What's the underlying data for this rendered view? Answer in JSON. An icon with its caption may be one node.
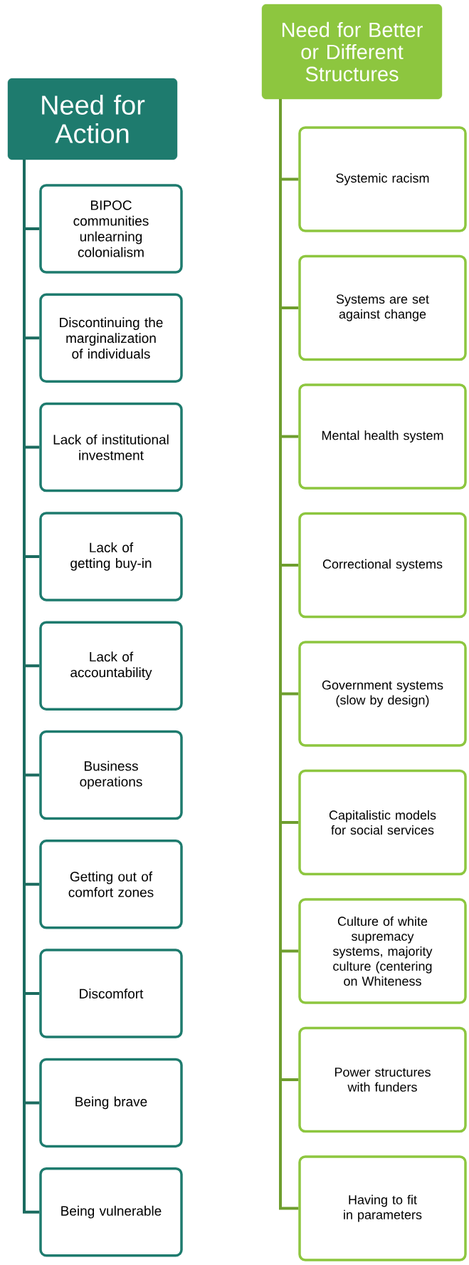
{
  "diagram": {
    "nodes": [
      {
        "text": [
          "Need for Action"
        ]
      },
      {
        "text": [
          "BIPOC communities unlearning colonialism"
        ]
      },
      {
        "text": [
          "Discontinuing the marginalization of individuals"
        ]
      },
      {
        "text": [
          "Lack of institutional investment"
        ]
      },
      {
        "text": [
          "Lack of getting buy-in"
        ]
      },
      {
        "text": [
          "Lack of accountability"
        ]
      },
      {
        "text": [
          "Business operations"
        ]
      },
      {
        "text": [
          "Getting out of comfort zones"
        ]
      },
      {
        "text": [
          "Discomfort"
        ]
      },
      {
        "text": [
          "Being brave"
        ]
      },
      {
        "text": [
          "Being vulnerable"
        ]
      },
      {
        "text": [
          "Need for Better or Different Structures"
        ]
      },
      {
        "text": [
          "Systemic racism"
        ]
      },
      {
        "text": [
          "Systems are set against change"
        ]
      },
      {
        "text": [
          "Mental health system"
        ]
      },
      {
        "text": [
          "Correctional systems"
        ]
      },
      {
        "text": [
          "Government systems (slow by design)"
        ]
      },
      {
        "text": [
          "Capitalistic models for social services"
        ]
      },
      {
        "text": [
          "Culture of white supremacy systems, majority culture (centering on Whiteness"
        ]
      },
      {
        "text": [
          "Power structures with funders"
        ]
      },
      {
        "text": [
          "Having to fit in parameters"
        ]
      }
    ],
    "edges": [
      {
        "from": 0,
        "to": 1,
        "arrow": "none"
      },
      {
        "from": 0,
        "to": 2,
        "arrow": "none"
      },
      {
        "from": 0,
        "to": 3,
        "arrow": "none"
      },
      {
        "from": 0,
        "to": 4,
        "arrow": "none"
      },
      {
        "from": 0,
        "to": 5,
        "arrow": "none"
      },
      {
        "from": 0,
        "to": 6,
        "arrow": "none"
      },
      {
        "from": 0,
        "to": 7,
        "arrow": "none"
      },
      {
        "from": 0,
        "to": 8,
        "arrow": "none"
      },
      {
        "from": 0,
        "to": 9,
        "arrow": "none"
      },
      {
        "from": 0,
        "to": 10,
        "arrow": "none"
      },
      {
        "from": 11,
        "to": 12,
        "arrow": "none"
      },
      {
        "from": 11,
        "to": 13,
        "arrow": "none"
      },
      {
        "from": 11,
        "to": 14,
        "arrow": "none"
      },
      {
        "from": 11,
        "to": 15,
        "arrow": "none"
      },
      {
        "from": 11,
        "to": 16,
        "arrow": "none"
      },
      {
        "from": 11,
        "to": 17,
        "arrow": "none"
      },
      {
        "from": 11,
        "to": 18,
        "arrow": "none"
      },
      {
        "from": 11,
        "to": 19,
        "arrow": "none"
      },
      {
        "from": 11,
        "to": 20,
        "arrow": "none"
      }
    ]
  }
}
